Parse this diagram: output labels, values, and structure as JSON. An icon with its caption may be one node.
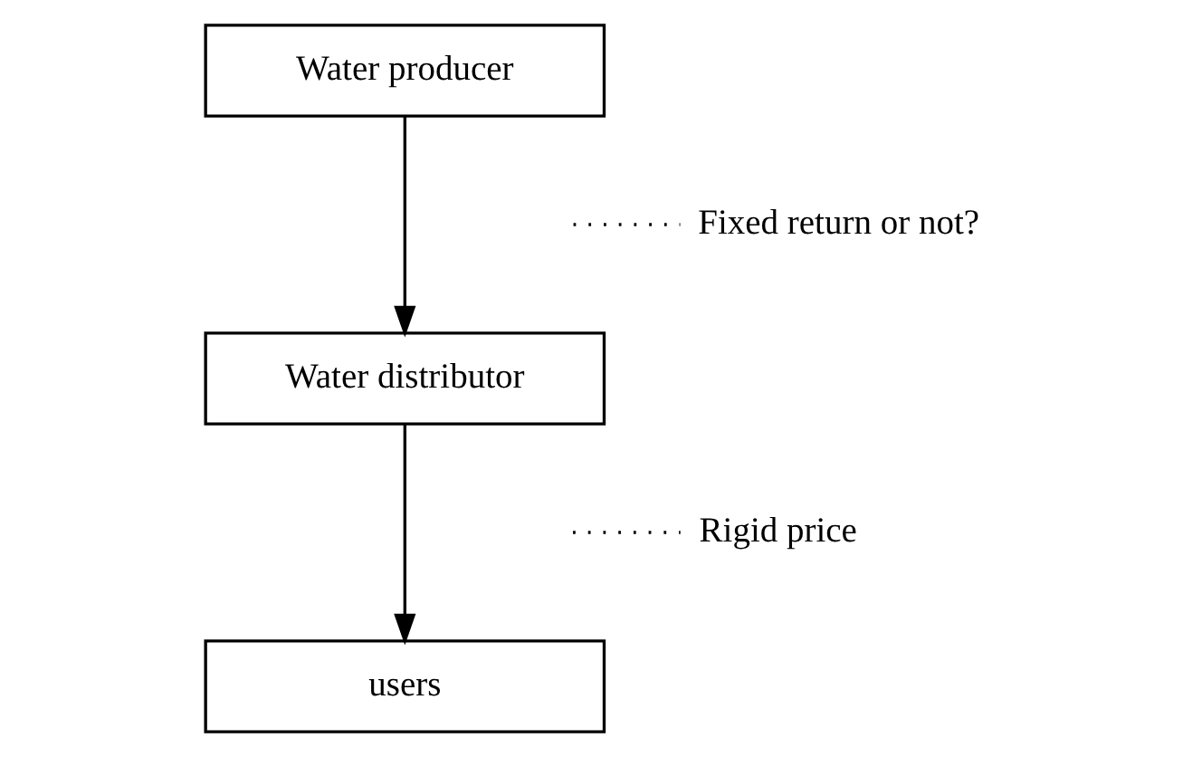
{
  "diagram": {
    "nodes": [
      {
        "text": [
          "Water producer"
        ]
      },
      {
        "text": [
          "Water distributor"
        ]
      },
      {
        "text": [
          "users"
        ]
      },
      {
        "text": [
          "Fixed return or not?"
        ]
      },
      {
        "text": [
          "Rigid price"
        ]
      }
    ],
    "edges": [
      {
        "from": 0,
        "to": 1,
        "arrow": "to"
      },
      {
        "from": 1,
        "to": 2,
        "arrow": "to"
      },
      {
        "from": 3,
        "to": null,
        "arrow": "none",
        "style": "dashed"
      },
      {
        "from": 4,
        "to": null,
        "arrow": "none",
        "style": "dashed"
      }
    ]
  }
}
